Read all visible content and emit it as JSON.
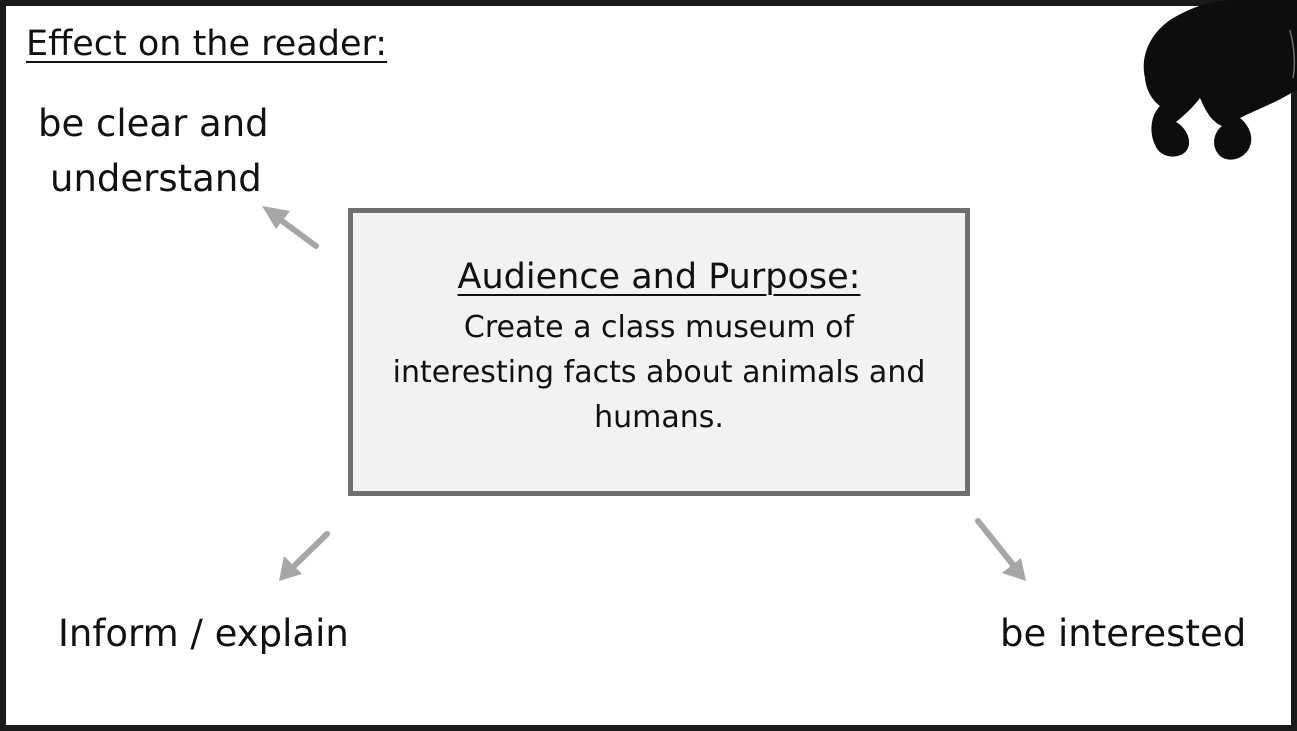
{
  "slide": {
    "heading": "Effect on the reader:",
    "center": {
      "title": "Audience and Purpose:",
      "body": "Create a class museum of interesting facts about animals and humans."
    },
    "nodes": {
      "top_left_line1": "be clear and",
      "top_left_line2": "understand",
      "bottom_left": "Inform / explain",
      "bottom_right": "be interested"
    },
    "decoration": {
      "icon": "animal-silhouette-icon"
    },
    "colors": {
      "frame": "#1a1a1a",
      "box_border": "#6f6f6f",
      "box_fill": "#f2f2f2",
      "arrow": "#a6a6a6",
      "text": "#111111"
    }
  }
}
